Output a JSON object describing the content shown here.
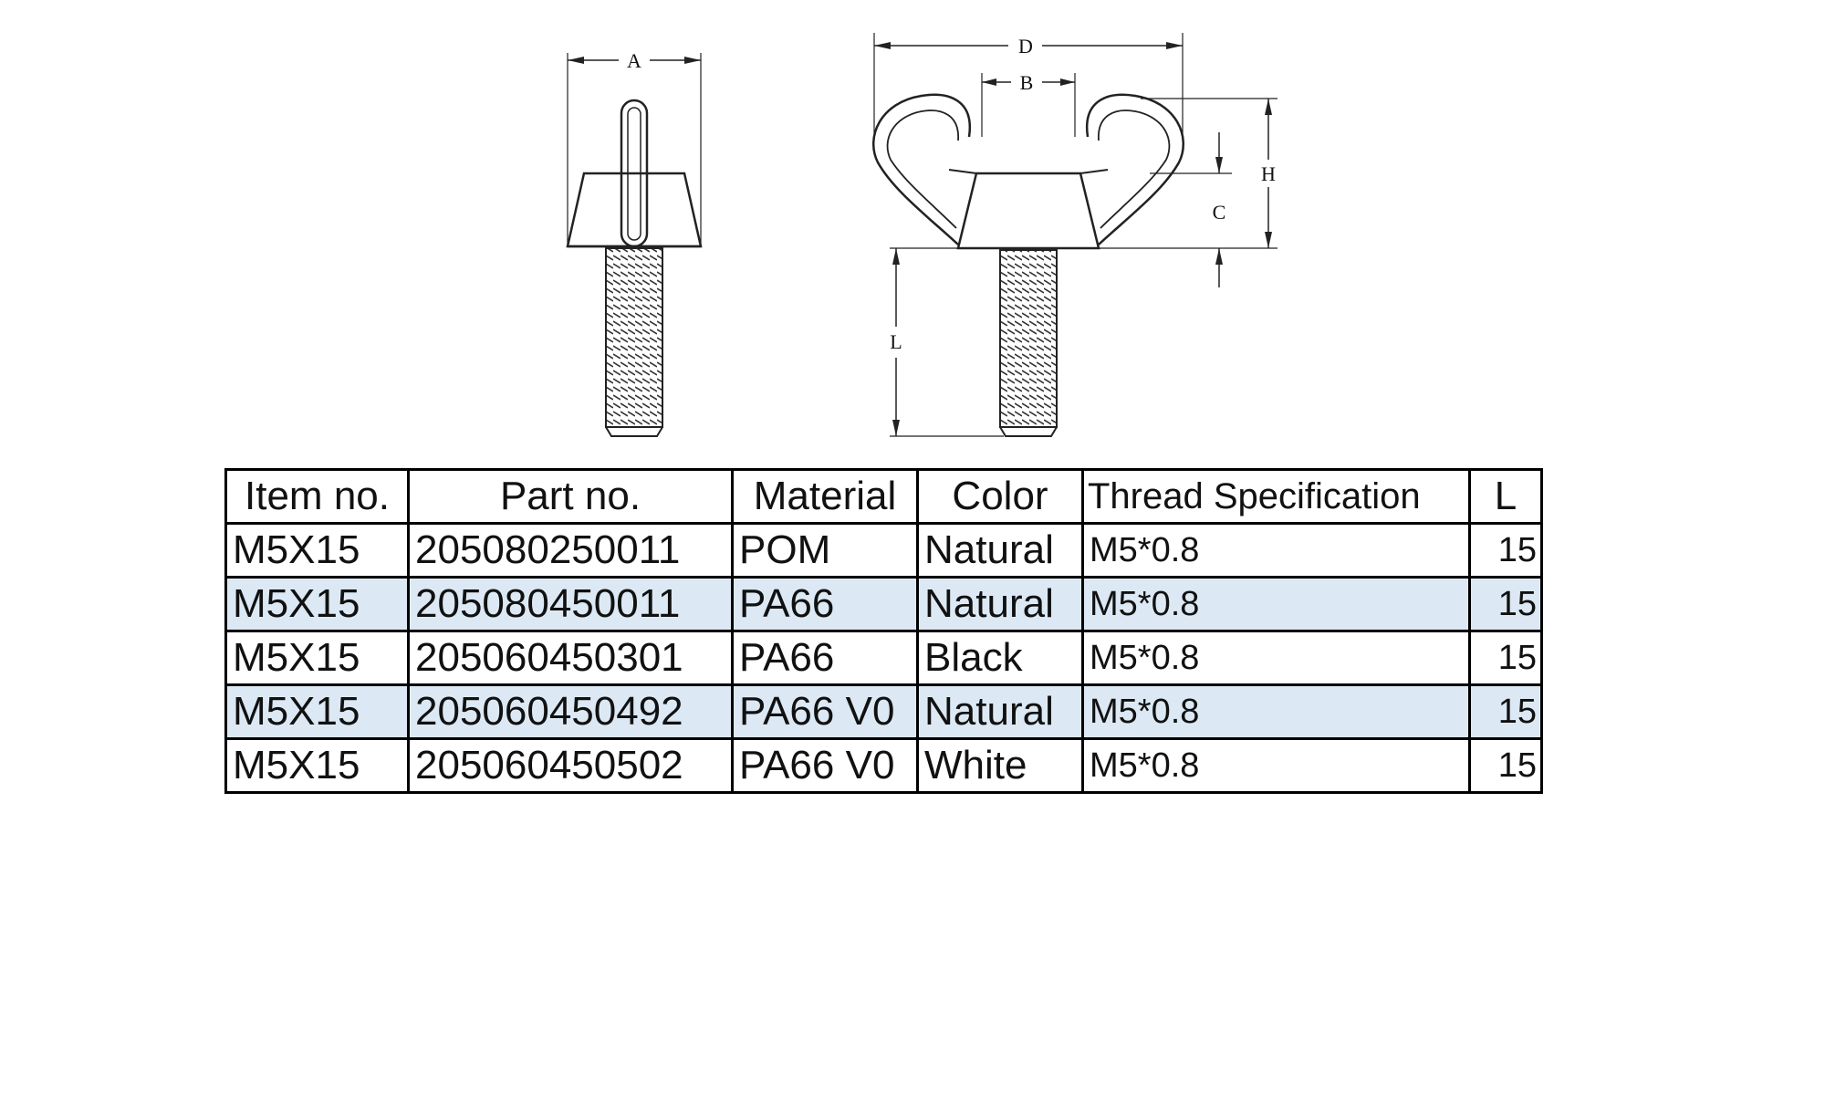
{
  "drawing": {
    "labels": {
      "A": "A",
      "B": "B",
      "C": "C",
      "D": "D",
      "H": "H",
      "L": "L"
    }
  },
  "table": {
    "headers": [
      "Item no.",
      "Part no.",
      "Material",
      "Color",
      "Thread Specification",
      "L"
    ],
    "rows": [
      [
        "M5X15",
        "205080250011",
        "POM",
        "Natural",
        "M5*0.8",
        "15"
      ],
      [
        "M5X15",
        "205080450011",
        "PA66",
        "Natural",
        "M5*0.8",
        "15"
      ],
      [
        "M5X15",
        "205060450301",
        "PA66",
        "Black",
        "M5*0.8",
        "15"
      ],
      [
        "M5X15",
        "205060450492",
        "PA66 V0",
        "Natural",
        "M5*0.8",
        "15"
      ],
      [
        "M5X15",
        "205060450502",
        "PA66 V0",
        "White",
        "M5*0.8",
        "15"
      ]
    ],
    "shaded_row_color": "#dce9f5",
    "border_color": "#000000"
  }
}
